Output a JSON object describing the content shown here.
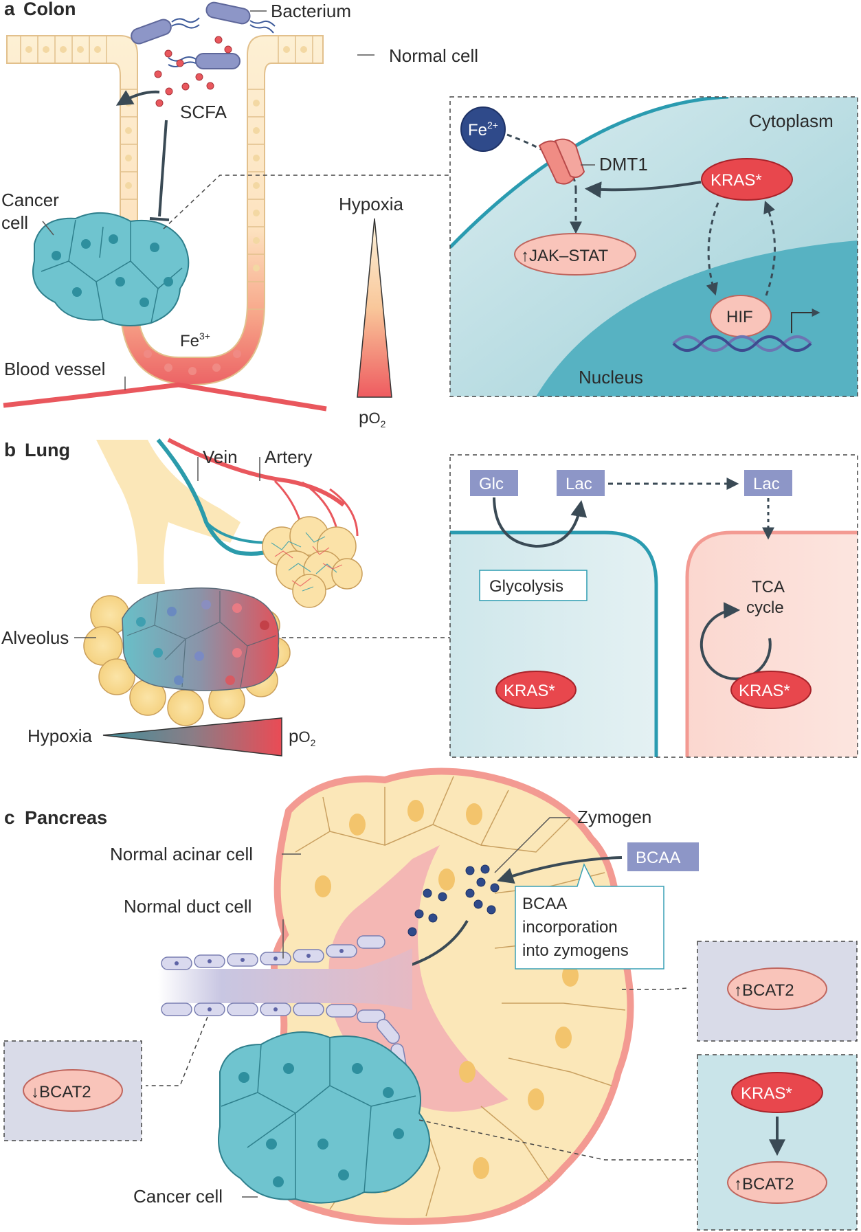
{
  "panels": {
    "a": {
      "letter": "a",
      "title": "Colon",
      "labels": {
        "bacterium": "Bacterium",
        "normal_cell": "Normal cell",
        "scfa": "SCFA",
        "cancer_cell_line1": "Cancer",
        "cancer_cell_line2": "cell",
        "fe3": "Fe",
        "fe3_sup": "3+",
        "blood_vessel": "Blood vessel",
        "hypoxia": "Hypoxia",
        "po2_p": "p",
        "po2_o": "O",
        "po2_sub": "2"
      },
      "inset": {
        "cytoplasm": "Cytoplasm",
        "nucleus": "Nucleus",
        "fe2": "Fe",
        "fe2_sup": "2+",
        "dmt1": "DMT1",
        "kras": "KRAS*",
        "jak_stat": "JAK–STAT",
        "up_arrow": "↑",
        "hif": "HIF"
      }
    },
    "b": {
      "letter": "b",
      "title": "Lung",
      "labels": {
        "vein": "Vein",
        "artery": "Artery",
        "alveolus": "Alveolus",
        "hypoxia": "Hypoxia",
        "po2_p": "p",
        "po2_o": "O",
        "po2_sub": "2"
      },
      "inset": {
        "glc": "Glc",
        "lac_left": "Lac",
        "lac_right": "Lac",
        "glycolysis": "Glycolysis",
        "tca_line1": "TCA",
        "tca_line2": "cycle",
        "kras_left": "KRAS*",
        "kras_right": "KRAS*"
      }
    },
    "c": {
      "letter": "c",
      "title": "Pancreas",
      "labels": {
        "zymogen": "Zymogen",
        "bcaa": "BCAA",
        "normal_acinar_cell": "Normal acinar cell",
        "normal_duct_cell": "Normal duct cell",
        "callout_line1": "BCAA",
        "callout_line2": "incorporation",
        "callout_line3": "into zymogens",
        "cancer_cell": "Cancer cell"
      },
      "boxes": {
        "acinar_bcat2": "BCAT2",
        "acinar_arrow": "↑",
        "duct_bcat2": "BCAT2",
        "duct_arrow": "↓",
        "cancer_kras": "KRAS*",
        "cancer_bcat2": "BCAT2",
        "cancer_arrow": "↑"
      }
    }
  },
  "colors": {
    "teal": "#3d9fad",
    "teal_light": "#cfe6ea",
    "kras_red": "#e8474d",
    "pink_pill": "#f9c4ba",
    "navy_fe": "#2f4a8a",
    "lavender_box": "#8d96c7",
    "cream": "#fbe7b8",
    "vessel_red": "#e9575d",
    "arrow_dark": "#3a4a55"
  }
}
